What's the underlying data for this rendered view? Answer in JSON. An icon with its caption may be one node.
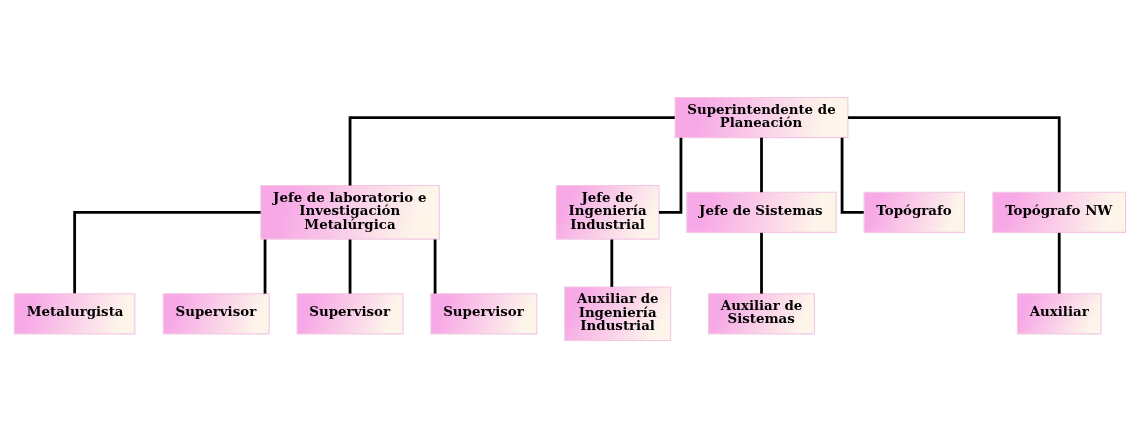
{
  "diagram": {
    "nodes": [
      {
        "text": [
          "Superintendente de Planeación"
        ]
      },
      {
        "text": [
          "Jefe de laboratorio e Investigación Metalúrgica"
        ]
      },
      {
        "text": [
          "Jefe de Ingeniería Industrial"
        ]
      },
      {
        "text": [
          "Metalurgista"
        ]
      },
      {
        "text": [
          "Jefe de Sistemas"
        ]
      },
      {
        "text": [
          "Topógrafo"
        ]
      },
      {
        "text": [
          "Topógrafo NW"
        ]
      },
      {
        "text": [
          "Supervisor"
        ]
      },
      {
        "text": [
          "Supervisor"
        ]
      },
      {
        "text": [
          "Supervisor"
        ]
      },
      {
        "text": [
          "Auxiliar de Sistemas"
        ]
      },
      {
        "text": [
          "Auxiliar"
        ]
      },
      {
        "text": [
          "Auxiliar de Ingeniería Industrial"
        ]
      }
    ],
    "edges": [
      {
        "from": 0,
        "to": 1,
        "arrow": "none"
      },
      {
        "from": 0,
        "to": 4,
        "arrow": "none"
      },
      {
        "from": 0,
        "to": 5,
        "arrow": "none"
      },
      {
        "from": 0,
        "to": 6,
        "arrow": "none"
      },
      {
        "from": 0,
        "to": 2,
        "arrow": "none"
      },
      {
        "from": 1,
        "to": 3,
        "arrow": "none"
      },
      {
        "from": 1,
        "to": 7,
        "arrow": "none"
      },
      {
        "from": 1,
        "to": 8,
        "arrow": "none"
      },
      {
        "from": 1,
        "to": 9,
        "arrow": "none"
      },
      {
        "from": 4,
        "to": 10,
        "arrow": "none"
      },
      {
        "from": 6,
        "to": 11,
        "arrow": "none"
      },
      {
        "from": 2,
        "to": 12,
        "arrow": "none"
      }
    ]
  }
}
